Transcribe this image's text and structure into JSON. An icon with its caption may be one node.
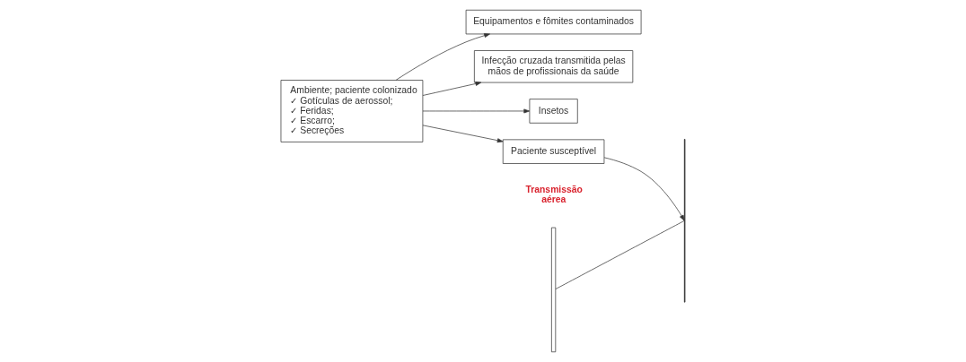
{
  "diagram": {
    "nodes": [
      {
        "text": [
          "Ambiente; paciente colonizado",
          "✓ Gotículas de aerossol;",
          "✓ Feridas;",
          "✓ Escarro;",
          "✓ Secreções"
        ]
      },
      {
        "text": [
          "Equipamentos e fômites contaminados"
        ]
      },
      {
        "text": [
          "Infecção cruzada transmitida pelas mãos de profissionais da saúde"
        ]
      },
      {
        "text": [
          "Insetos"
        ]
      },
      {
        "text": [
          "Paciente susceptível"
        ]
      },
      {
        "text": [],
        "shape": "bracket"
      },
      {
        "text": [],
        "shape": "bar"
      }
    ],
    "edges": [
      {
        "from": 0,
        "to": 1,
        "arrow": "to"
      },
      {
        "from": 0,
        "to": 2,
        "arrow": "to"
      },
      {
        "from": 0,
        "to": 3,
        "arrow": "to"
      },
      {
        "from": 0,
        "to": 4,
        "arrow": "to"
      },
      {
        "from": 5,
        "to": 6,
        "arrow": "none"
      },
      {
        "from": 4,
        "to": 6,
        "arrow": "to"
      }
    ],
    "labels": [
      "Transmissão aérea"
    ]
  }
}
